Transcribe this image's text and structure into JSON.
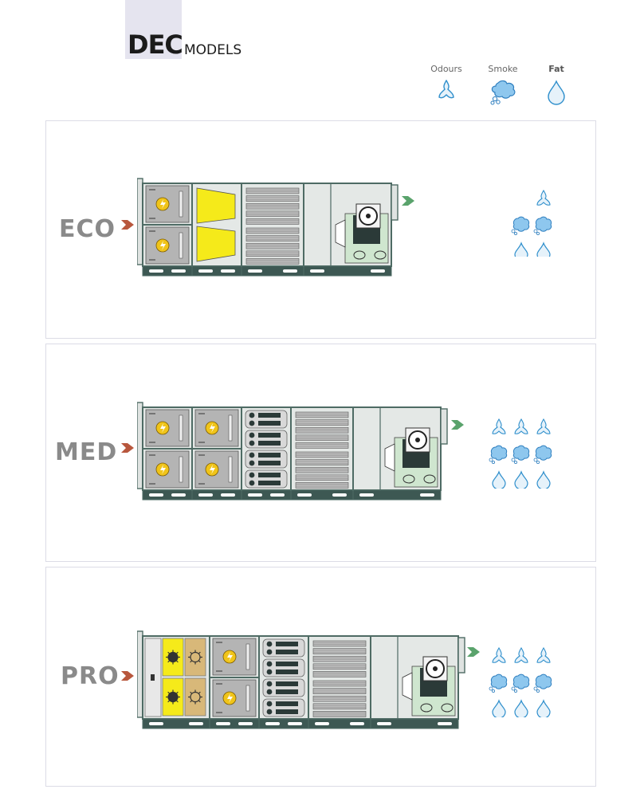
{
  "brand": {
    "dec": "DEC",
    "models": "MODELS"
  },
  "legend": [
    {
      "label": "Odours",
      "icon": "odour-icon"
    },
    {
      "label": "Smoke",
      "icon": "smoke-icon"
    },
    {
      "label": "Fat",
      "icon": "fat-drop-icon"
    }
  ],
  "colors": {
    "frame": "#4e6b64",
    "filter_grey": "#b4b4b4",
    "yellow": "#f5ea1a",
    "tan": "#d8b879",
    "fan_bg": "#cfe6cf",
    "inlet_arrow": "#b8573d",
    "outlet_arrow": "#5aa36c",
    "symbol": "#2f8fcc"
  },
  "models": [
    {
      "name": "ECO",
      "sections": [
        "filter",
        "yellow-pocket",
        "carbon",
        "fan"
      ],
      "symbol_rows": [
        1,
        2,
        2
      ]
    },
    {
      "name": "MED",
      "sections": [
        "filter",
        "filter",
        "esp",
        "carbon",
        "fan"
      ],
      "symbol_rows": [
        3,
        3,
        3
      ]
    },
    {
      "name": "PRO",
      "sections": [
        "door-yellow-tan",
        "filter",
        "esp",
        "carbon",
        "fan"
      ],
      "symbol_rows": [
        3,
        3,
        3
      ]
    }
  ]
}
